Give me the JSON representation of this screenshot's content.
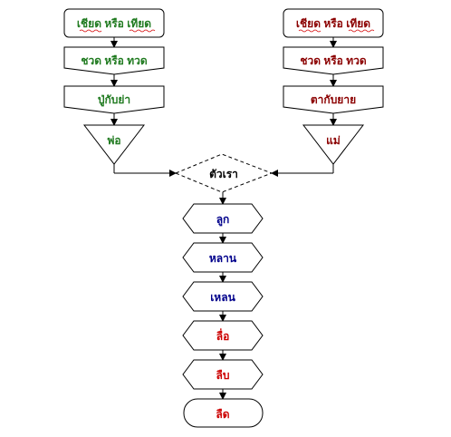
{
  "colors": {
    "green": "#1f7a1f",
    "darkred": "#8b0000",
    "blue": "#00008b",
    "red": "#cc0000",
    "black": "#000000",
    "squiggle": "#d40000"
  },
  "left_column": {
    "top": "เชียด หรือ เทียด",
    "second": "ชวด หรือ ทวด",
    "third": "ปู่กับย่า",
    "parent": "พ่อ"
  },
  "right_column": {
    "top": "เชียด หรือ เทียด",
    "second": "ชวด หรือ ทวด",
    "third": "ตากับยาย",
    "parent": "แม่"
  },
  "center": {
    "self": "ตัวเรา",
    "descendants": [
      "ลูก",
      "หลาน",
      "เหลน",
      "ลื่อ",
      "ลืบ",
      "ลืด"
    ]
  }
}
